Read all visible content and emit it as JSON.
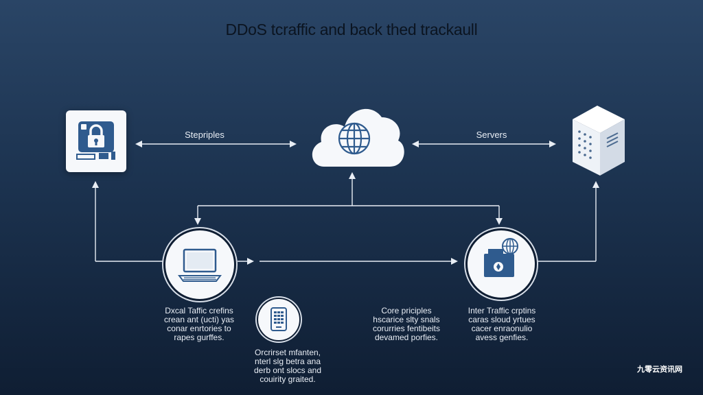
{
  "title": "DDoS tcraffic and back thed trackaull",
  "labels": {
    "left_arrow": "Stepriples",
    "right_arrow": "Servers"
  },
  "blocks": {
    "local_traffic": [
      "Dxcal Taffic crefins",
      "crean ant (ucti) yas",
      "conar enrtories to",
      "rapes gurffes."
    ],
    "center_bottom": [
      "Orcrirset mfanten,",
      "nterl slg betra ana",
      "derb ont slocs and",
      "couirity graited."
    ],
    "core_principles": [
      "Core priciples",
      "hscarice slty snals",
      "corurries fentibeits",
      "devamed porfies."
    ],
    "inter_traffic": [
      "Inter Traffic crptins",
      "caras sloud yrtues",
      "cacer enraonulio",
      "avess genfies."
    ]
  },
  "icons": {
    "lock_tile": "lock-icon",
    "cloud": "cloud-globe-icon",
    "server": "server-icon",
    "laptop": "laptop-icon",
    "mobile": "mobile-device-icon",
    "server_globe": "server-globe-icon"
  },
  "watermark": "九零云资讯网",
  "colors": {
    "accent": "#2f5b8e",
    "tile": "#f6f8fb",
    "line": "#e9eef5"
  }
}
